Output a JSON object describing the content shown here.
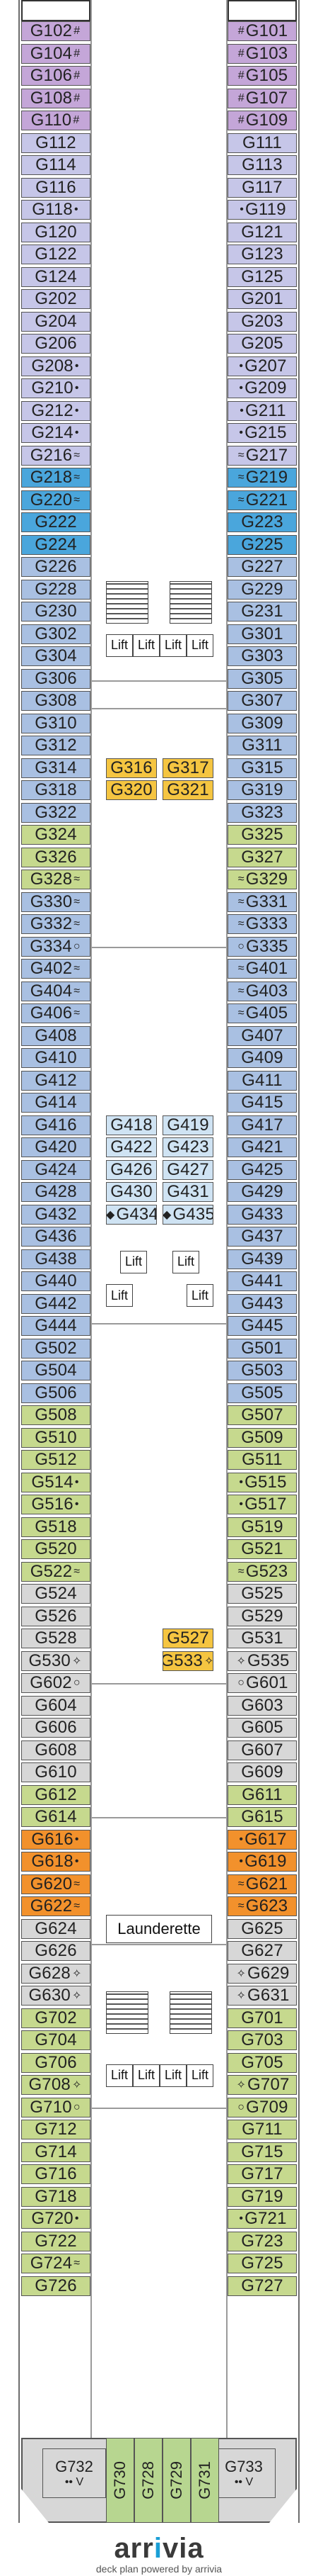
{
  "colors": {
    "purple": "#c4a6d8",
    "lilac": "#c6c6e8",
    "blue": "#4aa6dc",
    "steel": "#a9c0e2",
    "lightblue": "#cfe3f3",
    "green": "#c6d98e",
    "orange": "#f2912c",
    "yellow": "#f5c541",
    "grey": "#d7d7d7"
  },
  "icons": {
    "connecting": "#",
    "obstructed": "≈",
    "accessible": "•",
    "limited_view": "◆",
    "sofa_bed": "○",
    "quad": "✧",
    "stair": "staircase-icon",
    "lift": "lift-icon"
  },
  "left_column": [
    {
      "label": "G102",
      "mark": "#",
      "color": "purple"
    },
    {
      "label": "G104",
      "mark": "#",
      "color": "purple"
    },
    {
      "label": "G106",
      "mark": "#",
      "color": "purple"
    },
    {
      "label": "G108",
      "mark": "#",
      "color": "purple"
    },
    {
      "label": "G110",
      "mark": "#",
      "color": "purple"
    },
    {
      "label": "G112",
      "mark": "",
      "color": "lilac"
    },
    {
      "label": "G114",
      "mark": "",
      "color": "lilac"
    },
    {
      "label": "G116",
      "mark": "",
      "color": "lilac"
    },
    {
      "label": "G118",
      "mark": "•",
      "color": "lilac"
    },
    {
      "label": "G120",
      "mark": "",
      "color": "lilac"
    },
    {
      "label": "G122",
      "mark": "",
      "color": "lilac"
    },
    {
      "label": "G124",
      "mark": "",
      "color": "lilac"
    },
    {
      "label": "G202",
      "mark": "",
      "color": "lilac"
    },
    {
      "label": "G204",
      "mark": "",
      "color": "lilac"
    },
    {
      "label": "G206",
      "mark": "",
      "color": "lilac"
    },
    {
      "label": "G208",
      "mark": "•",
      "color": "lilac"
    },
    {
      "label": "G210",
      "mark": "•",
      "color": "lilac"
    },
    {
      "label": "G212",
      "mark": "•",
      "color": "lilac"
    },
    {
      "label": "G214",
      "mark": "•",
      "color": "lilac"
    },
    {
      "label": "G216",
      "mark": "≈",
      "color": "lilac"
    },
    {
      "label": "G218",
      "mark": "≈",
      "color": "blue"
    },
    {
      "label": "G220",
      "mark": "≈",
      "color": "blue"
    },
    {
      "label": "G222",
      "mark": "",
      "color": "blue"
    },
    {
      "label": "G224",
      "mark": "",
      "color": "blue"
    },
    {
      "label": "G226",
      "mark": "",
      "color": "steel"
    },
    {
      "label": "G228",
      "mark": "",
      "color": "steel"
    },
    {
      "label": "G230",
      "mark": "",
      "color": "steel"
    },
    {
      "label": "G302",
      "mark": "",
      "color": "steel"
    },
    {
      "label": "G304",
      "mark": "",
      "color": "steel"
    },
    {
      "label": "G306",
      "mark": "",
      "color": "steel"
    },
    {
      "label": "G308",
      "mark": "",
      "color": "steel"
    },
    {
      "label": "G310",
      "mark": "",
      "color": "steel"
    },
    {
      "label": "G312",
      "mark": "",
      "color": "steel"
    },
    {
      "label": "G314",
      "mark": "",
      "color": "steel"
    },
    {
      "label": "G318",
      "mark": "",
      "color": "steel"
    },
    {
      "label": "G322",
      "mark": "",
      "color": "steel"
    },
    {
      "label": "G324",
      "mark": "",
      "color": "green"
    },
    {
      "label": "G326",
      "mark": "",
      "color": "green"
    },
    {
      "label": "G328",
      "mark": "≈",
      "color": "green"
    },
    {
      "label": "G330",
      "mark": "≈",
      "color": "steel"
    },
    {
      "label": "G332",
      "mark": "≈",
      "color": "steel"
    },
    {
      "label": "G334",
      "mark": "○",
      "color": "steel"
    },
    {
      "label": "G402",
      "mark": "≈",
      "color": "steel"
    },
    {
      "label": "G404",
      "mark": "≈",
      "color": "steel"
    },
    {
      "label": "G406",
      "mark": "≈",
      "color": "steel"
    },
    {
      "label": "G408",
      "mark": "",
      "color": "steel"
    },
    {
      "label": "G410",
      "mark": "",
      "color": "steel"
    },
    {
      "label": "G412",
      "mark": "",
      "color": "steel"
    },
    {
      "label": "G414",
      "mark": "",
      "color": "steel"
    },
    {
      "label": "G416",
      "mark": "",
      "color": "steel"
    },
    {
      "label": "G420",
      "mark": "",
      "color": "steel"
    },
    {
      "label": "G424",
      "mark": "",
      "color": "steel"
    },
    {
      "label": "G428",
      "mark": "",
      "color": "steel"
    },
    {
      "label": "G432",
      "mark": "",
      "color": "steel"
    },
    {
      "label": "G436",
      "mark": "",
      "color": "steel"
    },
    {
      "label": "G438",
      "mark": "",
      "color": "steel"
    },
    {
      "label": "G440",
      "mark": "",
      "color": "steel"
    },
    {
      "label": "G442",
      "mark": "",
      "color": "steel"
    },
    {
      "label": "G444",
      "mark": "",
      "color": "steel"
    },
    {
      "label": "G502",
      "mark": "",
      "color": "steel"
    },
    {
      "label": "G504",
      "mark": "",
      "color": "steel"
    },
    {
      "label": "G506",
      "mark": "",
      "color": "steel"
    },
    {
      "label": "G508",
      "mark": "",
      "color": "green"
    },
    {
      "label": "G510",
      "mark": "",
      "color": "green"
    },
    {
      "label": "G512",
      "mark": "",
      "color": "green"
    },
    {
      "label": "G514",
      "mark": "•",
      "color": "green"
    },
    {
      "label": "G516",
      "mark": "•",
      "color": "green"
    },
    {
      "label": "G518",
      "mark": "",
      "color": "green"
    },
    {
      "label": "G520",
      "mark": "",
      "color": "green"
    },
    {
      "label": "G522",
      "mark": "≈",
      "color": "green"
    },
    {
      "label": "G524",
      "mark": "",
      "color": "grey"
    },
    {
      "label": "G526",
      "mark": "",
      "color": "grey"
    },
    {
      "label": "G528",
      "mark": "",
      "color": "grey"
    },
    {
      "label": "G530",
      "mark": "✧",
      "color": "grey"
    },
    {
      "label": "G602",
      "mark": "○",
      "color": "grey"
    },
    {
      "label": "G604",
      "mark": "",
      "color": "grey"
    },
    {
      "label": "G606",
      "mark": "",
      "color": "grey"
    },
    {
      "label": "G608",
      "mark": "",
      "color": "grey"
    },
    {
      "label": "G610",
      "mark": "",
      "color": "grey"
    },
    {
      "label": "G612",
      "mark": "",
      "color": "green"
    },
    {
      "label": "G614",
      "mark": "",
      "color": "green"
    },
    {
      "label": "G616",
      "mark": "•",
      "color": "orange"
    },
    {
      "label": "G618",
      "mark": "•",
      "color": "orange"
    },
    {
      "label": "G620",
      "mark": "≈",
      "color": "orange"
    },
    {
      "label": "G622",
      "mark": "≈",
      "color": "orange"
    },
    {
      "label": "G624",
      "mark": "",
      "color": "grey"
    },
    {
      "label": "G626",
      "mark": "",
      "color": "grey"
    },
    {
      "label": "G628",
      "mark": "✧",
      "color": "grey"
    },
    {
      "label": "G630",
      "mark": "✧",
      "color": "grey"
    },
    {
      "label": "G702",
      "mark": "",
      "color": "green"
    },
    {
      "label": "G704",
      "mark": "",
      "color": "green"
    },
    {
      "label": "G706",
      "mark": "",
      "color": "green"
    },
    {
      "label": "G708",
      "mark": "✧",
      "color": "green"
    },
    {
      "label": "G710",
      "mark": "○",
      "color": "green"
    },
    {
      "label": "G712",
      "mark": "",
      "color": "green"
    },
    {
      "label": "G714",
      "mark": "",
      "color": "green"
    },
    {
      "label": "G716",
      "mark": "",
      "color": "green"
    },
    {
      "label": "G718",
      "mark": "",
      "color": "green"
    },
    {
      "label": "G720",
      "mark": "•",
      "color": "green"
    },
    {
      "label": "G722",
      "mark": "",
      "color": "green"
    },
    {
      "label": "G724",
      "mark": "≈",
      "color": "green"
    },
    {
      "label": "G726",
      "mark": "",
      "color": "green"
    }
  ],
  "right_column": [
    {
      "label": "G101",
      "mark": "#",
      "color": "purple"
    },
    {
      "label": "G103",
      "mark": "#",
      "color": "purple"
    },
    {
      "label": "G105",
      "mark": "#",
      "color": "purple"
    },
    {
      "label": "G107",
      "mark": "#",
      "color": "purple"
    },
    {
      "label": "G109",
      "mark": "#",
      "color": "purple"
    },
    {
      "label": "G111",
      "mark": "",
      "color": "lilac"
    },
    {
      "label": "G113",
      "mark": "",
      "color": "lilac"
    },
    {
      "label": "G117",
      "mark": "",
      "color": "lilac"
    },
    {
      "label": "G119",
      "mark": "•",
      "color": "lilac"
    },
    {
      "label": "G121",
      "mark": "",
      "color": "lilac"
    },
    {
      "label": "G123",
      "mark": "",
      "color": "lilac"
    },
    {
      "label": "G125",
      "mark": "",
      "color": "lilac"
    },
    {
      "label": "G201",
      "mark": "",
      "color": "lilac"
    },
    {
      "label": "G203",
      "mark": "",
      "color": "lilac"
    },
    {
      "label": "G205",
      "mark": "",
      "color": "lilac"
    },
    {
      "label": "G207",
      "mark": "•",
      "color": "lilac"
    },
    {
      "label": "G209",
      "mark": "•",
      "color": "lilac"
    },
    {
      "label": "G211",
      "mark": "•",
      "color": "lilac"
    },
    {
      "label": "G215",
      "mark": "•",
      "color": "lilac"
    },
    {
      "label": "G217",
      "mark": "≈",
      "color": "lilac"
    },
    {
      "label": "G219",
      "mark": "≈",
      "color": "blue"
    },
    {
      "label": "G221",
      "mark": "≈",
      "color": "blue"
    },
    {
      "label": "G223",
      "mark": "",
      "color": "blue"
    },
    {
      "label": "G225",
      "mark": "",
      "color": "blue"
    },
    {
      "label": "G227",
      "mark": "",
      "color": "steel"
    },
    {
      "label": "G229",
      "mark": "",
      "color": "steel"
    },
    {
      "label": "G231",
      "mark": "",
      "color": "steel"
    },
    {
      "label": "G301",
      "mark": "",
      "color": "steel"
    },
    {
      "label": "G303",
      "mark": "",
      "color": "steel"
    },
    {
      "label": "G305",
      "mark": "",
      "color": "steel"
    },
    {
      "label": "G307",
      "mark": "",
      "color": "steel"
    },
    {
      "label": "G309",
      "mark": "",
      "color": "steel"
    },
    {
      "label": "G311",
      "mark": "",
      "color": "steel"
    },
    {
      "label": "G315",
      "mark": "",
      "color": "steel"
    },
    {
      "label": "G319",
      "mark": "",
      "color": "steel"
    },
    {
      "label": "G323",
      "mark": "",
      "color": "steel"
    },
    {
      "label": "G325",
      "mark": "",
      "color": "green"
    },
    {
      "label": "G327",
      "mark": "",
      "color": "green"
    },
    {
      "label": "G329",
      "mark": "≈",
      "color": "green"
    },
    {
      "label": "G331",
      "mark": "≈",
      "color": "steel"
    },
    {
      "label": "G333",
      "mark": "≈",
      "color": "steel"
    },
    {
      "label": "G335",
      "mark": "○",
      "color": "steel"
    },
    {
      "label": "G401",
      "mark": "≈",
      "color": "steel"
    },
    {
      "label": "G403",
      "mark": "≈",
      "color": "steel"
    },
    {
      "label": "G405",
      "mark": "≈",
      "color": "steel"
    },
    {
      "label": "G407",
      "mark": "",
      "color": "steel"
    },
    {
      "label": "G409",
      "mark": "",
      "color": "steel"
    },
    {
      "label": "G411",
      "mark": "",
      "color": "steel"
    },
    {
      "label": "G415",
      "mark": "",
      "color": "steel"
    },
    {
      "label": "G417",
      "mark": "",
      "color": "steel"
    },
    {
      "label": "G421",
      "mark": "",
      "color": "steel"
    },
    {
      "label": "G425",
      "mark": "",
      "color": "steel"
    },
    {
      "label": "G429",
      "mark": "",
      "color": "steel"
    },
    {
      "label": "G433",
      "mark": "",
      "color": "steel"
    },
    {
      "label": "G437",
      "mark": "",
      "color": "steel"
    },
    {
      "label": "G439",
      "mark": "",
      "color": "steel"
    },
    {
      "label": "G441",
      "mark": "",
      "color": "steel"
    },
    {
      "label": "G443",
      "mark": "",
      "color": "steel"
    },
    {
      "label": "G445",
      "mark": "",
      "color": "steel"
    },
    {
      "label": "G501",
      "mark": "",
      "color": "steel"
    },
    {
      "label": "G503",
      "mark": "",
      "color": "steel"
    },
    {
      "label": "G505",
      "mark": "",
      "color": "steel"
    },
    {
      "label": "G507",
      "mark": "",
      "color": "green"
    },
    {
      "label": "G509",
      "mark": "",
      "color": "green"
    },
    {
      "label": "G511",
      "mark": "",
      "color": "green"
    },
    {
      "label": "G515",
      "mark": "•",
      "color": "green"
    },
    {
      "label": "G517",
      "mark": "•",
      "color": "green"
    },
    {
      "label": "G519",
      "mark": "",
      "color": "green"
    },
    {
      "label": "G521",
      "mark": "",
      "color": "green"
    },
    {
      "label": "G523",
      "mark": "≈",
      "color": "green"
    },
    {
      "label": "G525",
      "mark": "",
      "color": "grey"
    },
    {
      "label": "G529",
      "mark": "",
      "color": "grey"
    },
    {
      "label": "G531",
      "mark": "",
      "color": "grey"
    },
    {
      "label": "G535",
      "mark": "✧",
      "color": "grey"
    },
    {
      "label": "G601",
      "mark": "○",
      "color": "grey"
    },
    {
      "label": "G603",
      "mark": "",
      "color": "grey"
    },
    {
      "label": "G605",
      "mark": "",
      "color": "grey"
    },
    {
      "label": "G607",
      "mark": "",
      "color": "grey"
    },
    {
      "label": "G609",
      "mark": "",
      "color": "grey"
    },
    {
      "label": "G611",
      "mark": "",
      "color": "green"
    },
    {
      "label": "G615",
      "mark": "",
      "color": "green"
    },
    {
      "label": "G617",
      "mark": "•",
      "color": "orange"
    },
    {
      "label": "G619",
      "mark": "•",
      "color": "orange"
    },
    {
      "label": "G621",
      "mark": "≈",
      "color": "orange"
    },
    {
      "label": "G623",
      "mark": "≈",
      "color": "orange"
    },
    {
      "label": "G625",
      "mark": "",
      "color": "grey"
    },
    {
      "label": "G627",
      "mark": "",
      "color": "grey"
    },
    {
      "label": "G629",
      "mark": "✧",
      "color": "grey"
    },
    {
      "label": "G631",
      "mark": "✧",
      "color": "grey"
    },
    {
      "label": "G701",
      "mark": "",
      "color": "green"
    },
    {
      "label": "G703",
      "mark": "",
      "color": "green"
    },
    {
      "label": "G705",
      "mark": "",
      "color": "green"
    },
    {
      "label": "G707",
      "mark": "✧",
      "color": "green"
    },
    {
      "label": "G709",
      "mark": "○",
      "color": "green"
    },
    {
      "label": "G711",
      "mark": "",
      "color": "green"
    },
    {
      "label": "G715",
      "mark": "",
      "color": "green"
    },
    {
      "label": "G717",
      "mark": "",
      "color": "green"
    },
    {
      "label": "G719",
      "mark": "",
      "color": "green"
    },
    {
      "label": "G721",
      "mark": "•",
      "color": "green"
    },
    {
      "label": "G723",
      "mark": "",
      "color": "green"
    },
    {
      "label": "G725",
      "mark": "",
      "color": "green"
    },
    {
      "label": "G727",
      "mark": "",
      "color": "green"
    }
  ],
  "inner_cabins": {
    "block_316": [
      {
        "label": "G316",
        "mark": "",
        "color": "yellow"
      },
      {
        "label": "G317",
        "mark": "",
        "color": "yellow"
      },
      {
        "label": "G320",
        "mark": "",
        "color": "yellow"
      },
      {
        "label": "G321",
        "mark": "",
        "color": "yellow"
      }
    ],
    "block_418": [
      {
        "label": "G418",
        "mark": "",
        "color": "lightblue"
      },
      {
        "label": "G419",
        "mark": "",
        "color": "lightblue"
      },
      {
        "label": "G422",
        "mark": "",
        "color": "lightblue"
      },
      {
        "label": "G423",
        "mark": "",
        "color": "lightblue"
      },
      {
        "label": "G426",
        "mark": "",
        "color": "lightblue"
      },
      {
        "label": "G427",
        "mark": "",
        "color": "lightblue"
      },
      {
        "label": "G430",
        "mark": "",
        "color": "lightblue"
      },
      {
        "label": "G431",
        "mark": "",
        "color": "lightblue"
      },
      {
        "label": "G434",
        "mark": "◆",
        "color": "lightblue"
      },
      {
        "label": "G435",
        "mark": "◆",
        "color": "lightblue"
      }
    ],
    "block_527": [
      {
        "label": "G527",
        "mark": "",
        "color": "yellow"
      },
      {
        "label": "G533",
        "mark": "✧",
        "color": "yellow"
      }
    ]
  },
  "lift_label": "Lift",
  "launderette_label": "Launderette",
  "stern": {
    "left": {
      "label": "G732",
      "sub": "•• V"
    },
    "right": {
      "label": "G733",
      "sub": "•• V"
    },
    "vertical": [
      "G730",
      "G728",
      "G729",
      "G731"
    ]
  },
  "logo": {
    "word_start": "arr",
    "word_dot": "i",
    "word_end": "via",
    "tagline": "deck plan powered by arrivia"
  }
}
